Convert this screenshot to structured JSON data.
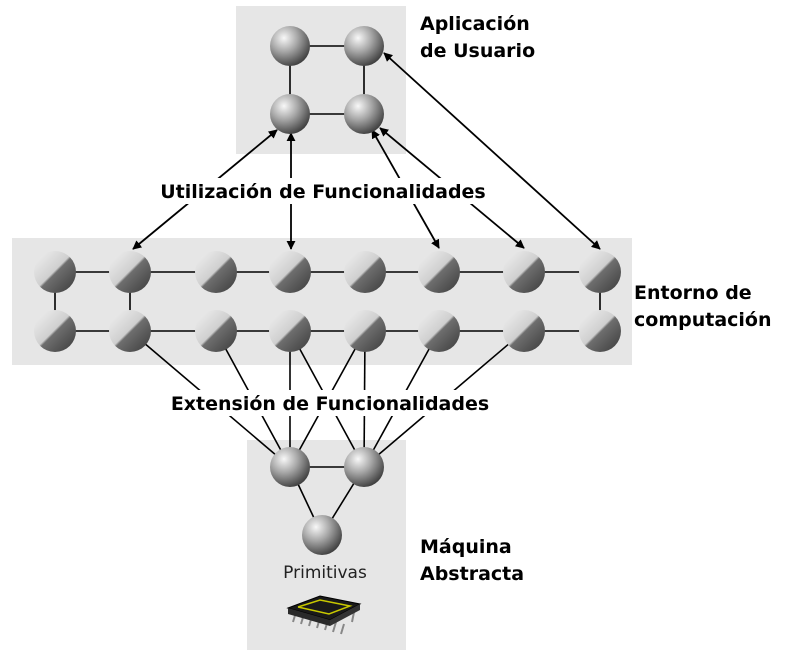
{
  "labels": {
    "user_app_line1": "Aplicación",
    "user_app_line2": "de Usuario",
    "utilization": "Utilización de Funcionalidades",
    "environment_line1": "Entorno de",
    "environment_line2": "computación",
    "extension": "Extensión de Funcionalidades",
    "machine_line1": "Máquina",
    "machine_line2": "Abstracta",
    "primitives": "Primitivas"
  },
  "icons": {
    "chip": "microchip-icon"
  },
  "colors": {
    "panel_background": "#e6e6e6",
    "line": "#000000",
    "node_light": "#f4f4f4",
    "node_dark": "#555555",
    "chip_body": "#1a1a1a",
    "chip_trace": "#c8c800"
  }
}
